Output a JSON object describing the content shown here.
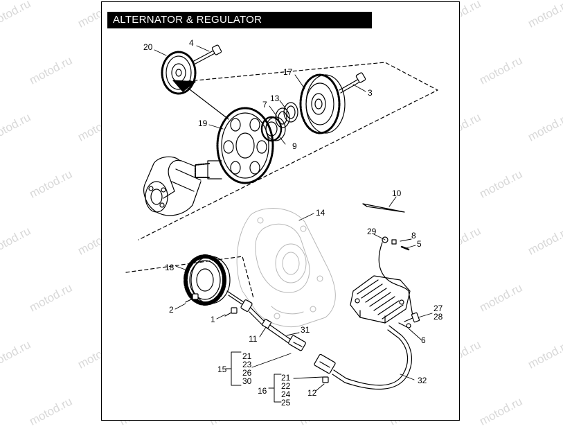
{
  "title": "ALTERNATOR & REGULATOR",
  "watermark": "motod.ru",
  "callouts": {
    "c1": "1",
    "c2": "2",
    "c3": "3",
    "c4": "4",
    "c5": "5",
    "c6": "6",
    "c7": "7",
    "c8": "8",
    "c9": "9",
    "c10": "10",
    "c11": "11",
    "c12": "12",
    "c13": "13",
    "c14": "14",
    "c16": "16",
    "c15": "15",
    "c17": "17",
    "c18": "18",
    "c19": "19",
    "c20": "20",
    "c27": "27",
    "c28": "28",
    "c29": "29",
    "c31": "31",
    "c32": "32"
  },
  "kit15": [
    "21",
    "23",
    "26",
    "30"
  ],
  "kit16": [
    "21",
    "22",
    "24",
    "25"
  ]
}
